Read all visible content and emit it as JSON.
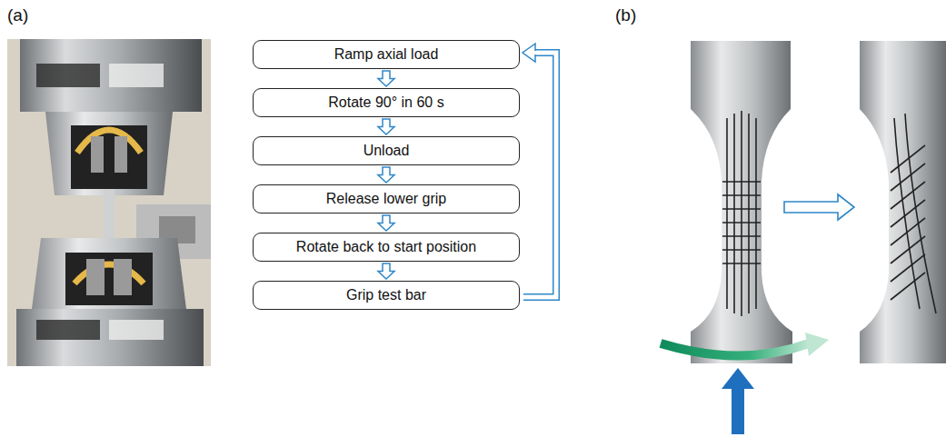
{
  "diagram": {
    "nodes": [
      {
        "text": [
          "Ramp axial load"
        ]
      },
      {
        "text": [
          "Rotate 90° in 60 s"
        ]
      },
      {
        "text": [
          "Unload"
        ]
      },
      {
        "text": [
          "Release lower grip"
        ]
      },
      {
        "text": [
          "Rotate back to start position"
        ]
      },
      {
        "text": [
          "Grip test bar"
        ]
      }
    ],
    "edges": [
      {
        "from": 0,
        "to": 1,
        "arrow": "to"
      },
      {
        "from": 1,
        "to": 2,
        "arrow": "to"
      },
      {
        "from": 2,
        "to": 3,
        "arrow": "to"
      },
      {
        "from": 3,
        "to": 4,
        "arrow": "to"
      },
      {
        "from": 4,
        "to": 5,
        "arrow": "to"
      },
      {
        "from": 5,
        "to": 0,
        "arrow": "to"
      }
    ],
    "labels": [
      "(a)",
      "(b)"
    ]
  }
}
